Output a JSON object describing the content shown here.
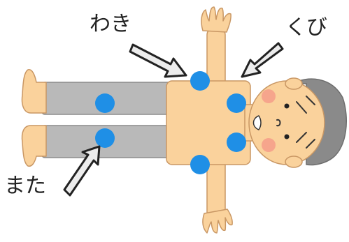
{
  "labels": {
    "armpit": "わき",
    "neck": "くび",
    "groin": "また"
  },
  "colors": {
    "skin": "#fad29c",
    "skin_outline": "#c99764",
    "pants": "#b9b9b9",
    "pants_outline": "#8c8c8c",
    "hair": "#8a8a8a",
    "cold_pack": "#1f8fe6",
    "cheek": "#f6a58c",
    "arrow_fill": "#ececec",
    "arrow_outline": "#222222"
  },
  "icons": {
    "figure": "lying-person-illustration",
    "arrow": "pointer-arrow-icon",
    "pack": "cold-pack-dot"
  }
}
